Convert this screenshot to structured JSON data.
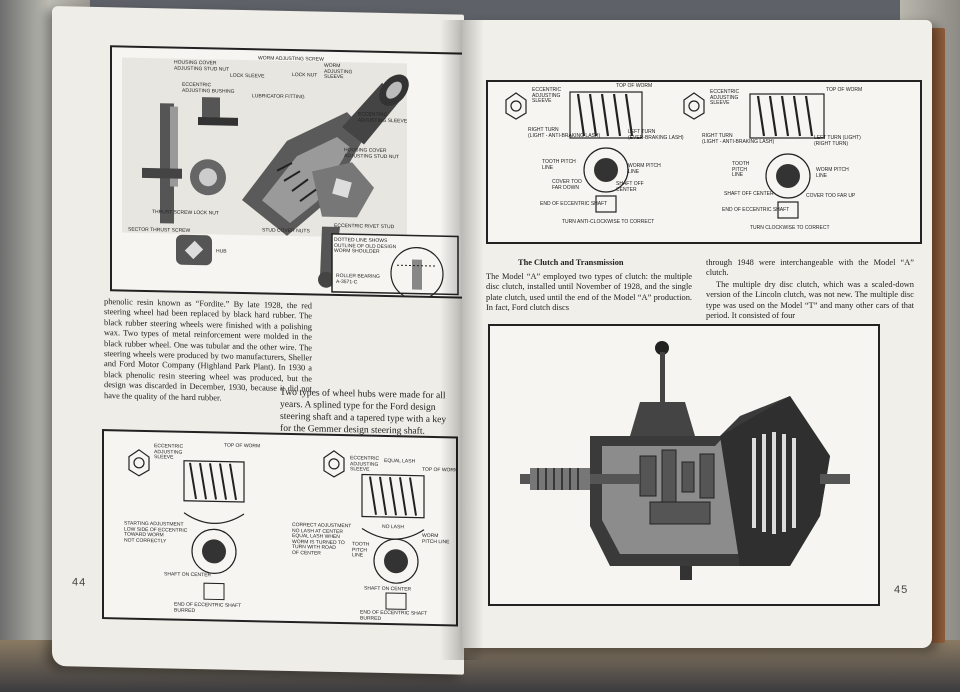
{
  "left_page": {
    "page_number": "44",
    "top_figure_labels": {
      "housing_cover_adjusting_stud_nut_top": "HOUSING COVER\nADJUSTING STUD NUT",
      "lock_sleeve": "LOCK SLEEVE",
      "worm_adjusting_screw": "WORM ADJUSTING SCREW",
      "lock_nut": "LOCK NUT",
      "worm_adjusting_sleeve": "WORM\nADJUSTING\nSLEEVE",
      "eccentric_adjusting_bushing": "ECCENTRIC\nADJUSTING BUSHING",
      "lubricator_fitting": "LUBRICATOR FITTING",
      "eccentric_adjusting_sleeve": "ECCENTRIC\nADJUSTING SLEEVE",
      "housing_cover_adjusting_stud_nut": "HOUSING COVER\nADJUSTING STUD NUT",
      "thrust_screw_lock_nut": "THRUST SCREW LOCK NUT",
      "sector_thrust_screw": "SECTOR THRUST SCREW",
      "stud_cover_nuts": "STUD COVER NUTS",
      "eccentric_rivet_stud": "ECCENTRIC RIVET STUD",
      "hub": "HUB",
      "dotted_line_shows": "DOTTED LINE SHOWS\nOUTLINE OF OLD DESIGN\nWORM SHOULDER",
      "roller_bearing": "ROLLER BEARING\nA-3571-C"
    },
    "body_text": "phenolic resin known as “Fordite.” By late 1928, the red steering wheel had been replaced by black hard rubber. The black rubber steering wheels were finished with a polishing wax. Two types of metal reinforcement were molded in the black rubber wheel. One was tubular and the other wire. The steering wheels were produced by two manufacturers, Sheller and Ford Motor Company (Highland Park Plant). In 1930 a black phenolic resin steering wheel was produced, but the design was discarded in December, 1930, because it did not have the quality of the hard rubber.",
    "caption": "Two types of wheel hubs were made for all years. A splined type for the Ford design steering shaft and a tapered type with a key for the Gemmer design steering shaft.",
    "bottom_figure_labels": {
      "eccentric_adjusting_sleeve_a": "ECCENTRIC\nADJUSTING\nSLEEVE",
      "top_of_worm_a": "TOP OF WORM",
      "starting_adjustment": "STARTING ADJUSTMENT\nLOW SIDE OF ECCENTRIC\nTOWARD WORM\nNOT CORRECTLY",
      "shaft_on_center_a": "SHAFT ON CENTER",
      "end_of_eccentric_shaft_a": "END OF ECCENTRIC SHAFT\nBURRED",
      "eccentric_adjusting_sleeve_b": "ECCENTRIC\nADJUSTING\nSLEEVE",
      "equal_lash": "EQUAL LASH",
      "top_of_worm_b": "TOP OF WORM",
      "correct_adjustment": "CORRECT ADJUSTMENT\nNO LASH AT CENTER\nEQUAL LASH WHEN\nWORM IS TURNED TO\nTURN WITH ROAD\nOF CENTER",
      "no_lash": "NO LASH",
      "tooth_pitch_line": "TOOTH\nPITCH\nLINE",
      "worm_pitch_line": "WORM\nPITCH LINE",
      "shaft_on_center_b": "SHAFT ON CENTER",
      "end_of_eccentric_shaft_b": "END OF ECCENTRIC SHAFT\nBURRED"
    }
  },
  "right_page": {
    "page_number": "45",
    "top_figure_labels": {
      "eccentric_adjusting_sleeve_a": "ECCENTRIC\nADJUSTING\nSLEEVE",
      "top_of_worm_a": "TOP OF WORM",
      "right_turn": "RIGHT TURN\n(LIGHT - ANTI-BRAKING LASH)",
      "left_turn": "LEFT TURN\n(EVER-BRAKING LASH)",
      "worm_pitch_line_a": "WORM PITCH\nLINE",
      "tooth_pitch_line_a": "TOOTH PITCH\nLINE",
      "cover_too_far_down": "COVER TOO\nFAR DOWN",
      "shaft_off_center_a": "SHAFT OFF\nCENTER",
      "end_of_eccentric_shaft_a": "END OF ECCENTRIC SHAFT",
      "turn_anticlockwise": "TURN ANTI-CLOCKWISE TO CORRECT",
      "eccentric_adjusting_sleeve_b": "ECCENTRIC\nADJUSTING\nSLEEVE",
      "top_of_worm_b": "TOP OF WORM",
      "right_turn_b": "RIGHT TURN\n(LIGHT - ANTI-BRAKING LASH)",
      "left_turn_b": "LEFT TURN (LIGHT)\n(RIGHT TURN)",
      "tooth_pitch_line_b": "TOOTH\nPITCH\nLINE",
      "worm_pitch_line_b": "WORM PITCH\nLINE",
      "shaft_off_center_b": "SHAFT OFF CENTER",
      "cover_too_far_up": "COVER TOO FAR UP",
      "end_of_eccentric_shaft_b": "END OF ECCENTRIC SHAFT",
      "turn_clockwise": "TURN CLOCKWISE TO CORRECT"
    },
    "heading": "The Clutch and Transmission",
    "col1_text": "The Model “A” employed two types of clutch: the multiple disc clutch, installed until November of 1928, and the single plate clutch, used until the end of the Model “A” production. In fact, Ford clutch discs",
    "col2_text_a": "through 1948 were interchangeable with the Model “A” clutch.",
    "col2_text_b": "The multiple dry disc clutch, which was a scaled-down version of the Lincoln clutch, was not new. The multiple disc type was used on the Model “T” and many other cars of that period. It consisted of four"
  }
}
